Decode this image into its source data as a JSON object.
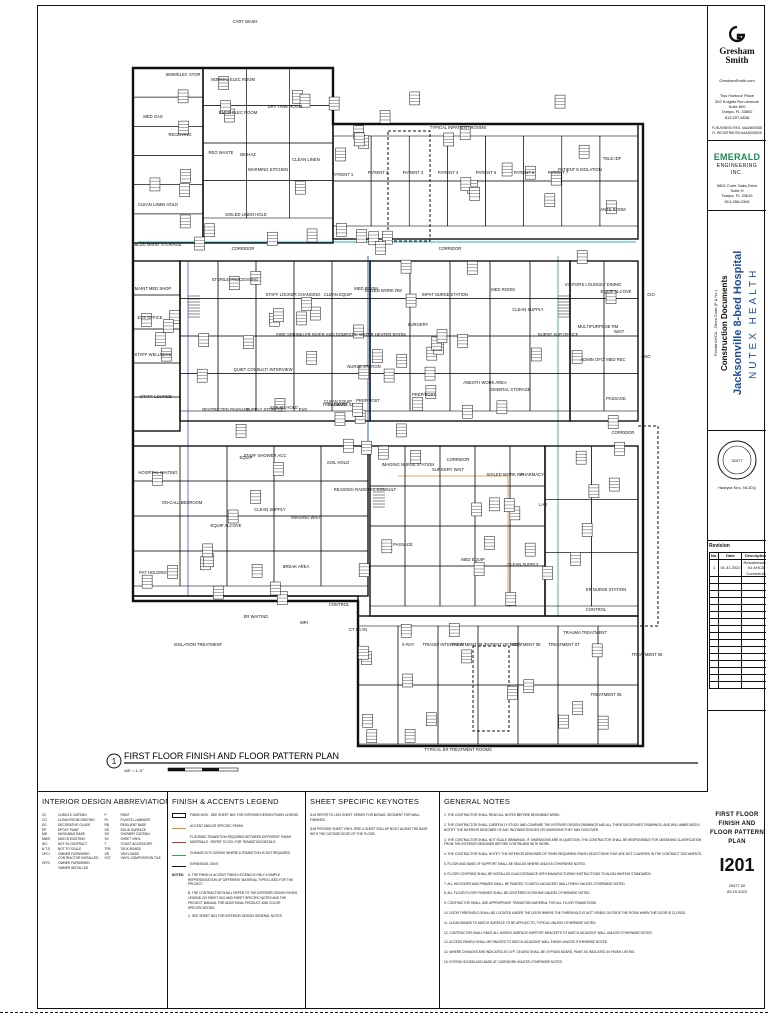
{
  "plan": {
    "title": "FIRST FLOOR FINISH AND FLOOR PATTERN PLAN",
    "number": "1",
    "scale": "1/8\" = 1'-0\"",
    "callout_top": "TYPICAL INPATIENT ROOMS",
    "callout_bottom": "TYPICAL ER TREATMENT ROOMS",
    "rooms": [
      {
        "name": "CART WASH"
      },
      {
        "name": "SMW/ELEC STOR"
      },
      {
        "name": "NORMAL ELEC ROOM"
      },
      {
        "name": "EMER ELEC ROOM"
      },
      {
        "name": "DRY TANK ROOM"
      },
      {
        "name": "MED GAS"
      },
      {
        "name": "RECEIVING"
      },
      {
        "name": "REG WASTE"
      },
      {
        "name": "BIOHAZ"
      },
      {
        "name": "WARMING KITCHEN"
      },
      {
        "name": "CLEAN LINEN"
      },
      {
        "name": "SOILED LINEN HOLD"
      },
      {
        "name": "CLEAN LINEN HOLD"
      },
      {
        "name": "BLDG MAINT STORAGE"
      },
      {
        "name": "PATIENT 1"
      },
      {
        "name": "PATIENT 2"
      },
      {
        "name": "PATIENT 3"
      },
      {
        "name": "PATIENT 4"
      },
      {
        "name": "PATIENT 5"
      },
      {
        "name": "PATIENT 6"
      },
      {
        "name": "PATIENT 7"
      },
      {
        "name": "PATIENT 8 ISOLATION"
      },
      {
        "name": "TELE IDF"
      },
      {
        "name": "ANTE ROOM"
      },
      {
        "name": "CORRIDOR"
      },
      {
        "name": "CORRIDOR"
      },
      {
        "name": "MAINT MED SHOP"
      },
      {
        "name": "EVS OFFICE"
      },
      {
        "name": "STAFF WELLNESS"
      },
      {
        "name": "STAFF LOUNGE"
      },
      {
        "name": "STERILE PROCESSING"
      },
      {
        "name": "STAFF LOCKER CHANGING"
      },
      {
        "name": "CLEAN EQUIP"
      },
      {
        "name": "MED ROOM"
      },
      {
        "name": "SOILED WORK RM"
      },
      {
        "name": "INPAT NURSE STATION"
      },
      {
        "name": "MED ROOM"
      },
      {
        "name": "CLEAN SUPPLY"
      },
      {
        "name": "NURSE SUP OFFICE"
      },
      {
        "name": "VISITORS LOUNGE / DINING"
      },
      {
        "name": "EQUIP ALCOVE"
      },
      {
        "name": "CIO"
      },
      {
        "name": "FIRE SPRINKLER RISER AND DOMESTIC WATER HEATER ROOM"
      },
      {
        "name": "NURSE STATION"
      },
      {
        "name": "SURGERY"
      },
      {
        "name": "ANESTH WORK AREA"
      },
      {
        "name": "GENERAL STORAGE"
      },
      {
        "name": "MULTIPURPOSE RM"
      },
      {
        "name": "WAIT"
      },
      {
        "name": "CNO"
      },
      {
        "name": "ADMIN OFC/ MED REC"
      },
      {
        "name": "PASSAGE"
      },
      {
        "name": "QUIET CONSULT/ INTERVIEW"
      },
      {
        "name": "RESTRICTED PASSAGE"
      },
      {
        "name": "SUPPLY STORAGE"
      },
      {
        "name": "SOILED HOLD"
      },
      {
        "name": "EVS"
      },
      {
        "name": "CLEAN EQUIP"
      },
      {
        "name": "PREP/POST"
      },
      {
        "name": "PREP/POST"
      },
      {
        "name": "EQUIP"
      },
      {
        "name": "CORRIDOR"
      },
      {
        "name": "CORRIDOR"
      },
      {
        "name": "HOSPITAL WAITING"
      },
      {
        "name": "ON-CALL BEDROOM"
      },
      {
        "name": "STAFF SHOWER ACC"
      },
      {
        "name": "CLEAN SUPPLY"
      },
      {
        "name": "SOIL HOLD"
      },
      {
        "name": "IMAGING WAIT"
      },
      {
        "name": "READING/ RADIOPIC CONSULT"
      },
      {
        "name": "IMAGING NURSE STATION"
      },
      {
        "name": "SURGERY WAIT"
      },
      {
        "name": "SOILED WORK RM"
      },
      {
        "name": "PHARMACY"
      },
      {
        "name": "LAB"
      },
      {
        "name": "EQUIP ALCOVE"
      },
      {
        "name": "BREAK AREA"
      },
      {
        "name": "PAT HOLDING"
      },
      {
        "name": "PASSAGE"
      },
      {
        "name": "MED EQUIP"
      },
      {
        "name": "CLEAN SUPPLY"
      },
      {
        "name": "ER NURSE STATION"
      },
      {
        "name": "ISOLATION TREATMENT"
      },
      {
        "name": "ER WAITING"
      },
      {
        "name": "MRI"
      },
      {
        "name": "CONTROL"
      },
      {
        "name": "CT SCAN"
      },
      {
        "name": "CONTROL"
      },
      {
        "name": "X-RAY"
      },
      {
        "name": "TRIAGE/ INTERVIEW"
      },
      {
        "name": "TREATMENT 09 (PATIENT OF SIZE)"
      },
      {
        "name": "TREATMENT 08"
      },
      {
        "name": "TREATMENT 07"
      },
      {
        "name": "TREATMENT 06"
      },
      {
        "name": "TREATMENT 05"
      },
      {
        "name": "TRAUMA TREATMENT"
      },
      {
        "name": "TREATMENT 02"
      },
      {
        "name": "PASSAGE"
      }
    ]
  },
  "legend": {
    "abbreviations_title": "INTERIOR DESIGN ABBREVIATIONS",
    "abbreviations": [
      [
        "CC",
        "CUBICLE CURTAIN"
      ],
      [
        "CG",
        "CLEAN ROOM GRATING"
      ],
      [
        "DG",
        "DECORATIVE GLASS"
      ],
      [
        "EP",
        "EPOXY PAINT"
      ],
      [
        "MB",
        "MOVEABLE BASE"
      ],
      [
        "MWS",
        "MATCH EXISTING"
      ],
      [
        "NIC",
        "NOT IN CONTRACT"
      ],
      [
        "N.T.S.",
        "NOT TO SCALE"
      ],
      [
        "OFCI",
        "OWNER FURNISHED CONTRACTOR INSTALLED"
      ],
      [
        "OFOI",
        "OWNER FURNISHED OWNER INSTALLED"
      ],
      [
        "P",
        "PAINT"
      ],
      [
        "PL",
        "PLASTIC LAMINATE"
      ],
      [
        "RB",
        "RESILIENT BASE"
      ],
      [
        "SS",
        "SOLID SURFACE"
      ],
      [
        "SG",
        "SHOWER CURTAIN"
      ],
      [
        "SV",
        "SHEET VINYL"
      ],
      [
        "T",
        "TOILET ACCESSORY"
      ],
      [
        "TFB",
        "TACK BOARD"
      ],
      [
        "VB",
        "VINYL BASE"
      ],
      [
        "VCT",
        "VINYL COMPOSITION TILE"
      ]
    ],
    "finish_title": "FINISH & ACCENTS LEGEND",
    "finish_items": [
      "FINISH BOX - SEE SHEET I601 FOR INTERIOR DESIGN FINISH LEGEND",
      "ACCENT AND/OR SPECIFIC FINISH",
      "FLOORING TRANSITION REQUIRED BETWEEN DIFFERENT FINISH MATERIALS - REFER TO I201 FOR TRANSITION DETAILS",
      "CHANGE IN FLOORING WHERE A TRANSITION IS NOT REQUIRED",
      "EXPANSION JOINT"
    ],
    "notes_label": "NOTES:",
    "finish_notes": [
      "A. THE FINISH & ACCENT FINISH LEGEND IS ONLY A SIMPLE REPRESENTATION OF DIFFERENT MATERIAL TYPES USED FOR THE PROJECT.",
      "B. THE CONTRACTOR SHALL REFER TO THE INTERIOR DESIGN FINISH LEGEND ON SHEET I601 AND SHEET SPECIFIC NOTES AND THE PROJECT MANUAL FOR ADDITIONAL PRODUCT AND COLOR SPECIFICATIONS.",
      "C. SEE SHEET I601 FOR INTERIOR DESIGN GENERAL NOTES."
    ],
    "keynotes_title": "SHEET SPECIFIC KEYNOTES",
    "keynotes": [
      "I104  REFER TO I-501 SHEET SERIES FOR MOSAIC SEGMENT FOR WALL FINISHES.",
      "I105  PROVIDE SHEET VINYL RISE & SHEET ROLLUP BOOT ALONG THE BASE WITH THE OUTSIDE EDGE OF THE FLOOR."
    ],
    "general_title": "GENERAL NOTES",
    "general_notes": [
      "1. THE CONTRACTOR SHALL READ ALL NOTES BEFORE BEGINNING WORK.",
      "2. THE CONTRACTOR SHALL CAREFULLY STUDY AND COMPARE THE INTERIOR DESIGN DRAWINGS AND ALL THEIR DISCIPLINES' DRAWINGS, AND WILL IMMEDIATELY NOTIFY THE INTERIOR DESIGNER OF ANY INCONSISTENCIES OR OMISSIONS THEY MAY DISCOVER.",
      "3. THE CONTRACTOR SHALL NOT SCALE DRAWINGS. IF DIMENSIONS ARE IN QUESTION, THE CONTRACTOR SHALL BE RESPONSIBLE FOR OBTAINING CLARIFICATION FROM THE INTERIOR DESIGNER BEFORE CONTINUING WITH WORK.",
      "4. THE CONTRACTOR SHALL NOTIFY THE INTERIOR DESIGNER OF ITEMS REQUIRING FINISH SELECTIONS THAT ARE NOT CLARIFIED IN THE CONTRACT DOCUMENTS.",
      "5. FLOOR AND BASE OF SUPPORT SHALL BE SEALED WHERE UNLESS OTHERWISE NOTED.",
      "6. FLOOR COVERING SHALL BE INSTALLED IN ACCORDANCE WITH MANUFACTURING INSTRUCTIONS TO ALIGN WAITING STANDARDS.",
      "7. ALL HM DOORS AND FRAMES SHALL BE PAINTED TO MATCH ADJACENT WALL FINISH UNLESS OTHERWISE NOTED.",
      "8. ALL FLOOR FLOOR FINISHES SHALL BE CENTERED IN ROOMS UNLESS OTHERWISE NOTED.",
      "9. CONTRACTOR SHALL USE APPROPRIATE TRANSITION MATERIAL FOR ALL FLOOR TRANSITIONS.",
      "10. DOOR THRESHOLD SHALL BE LOCATED UNDER THE DOOR WHERE THE THRESHOLD IS NOT VISIBLE OUTSIDE THE ROOM WHEN THE DOOR IS CLOSED.",
      "11. CLEAN BOARD TO MATCH SURFACE TO BE APPLIED TO, TYPICAL UNLESS OTHERWISE NOTED.",
      "12. CONTRACTOR SHALL PAINT ALL WORKS SURFACE SUPPORT BRACKETS TO MATCH ADJACENT WALL UNLESS OTHERWISE NOTED.",
      "13. ACCESS PANELS SHALL BE PAINTED TO MATCH ADJACENT WALL FINISH UNLESS OTHERWISE NOTED.",
      "14. WHERE CHANGES ARE INDICATED AT GYP. CEILING SHALL BE GYPSUM BOARD, PAINT AS INDICATED IN FINISH LISTING.",
      "15. EXTEND SCHEDULED BASE AT CASEWORK UNLESS OTHERWISE NOTED."
    ]
  },
  "title_block": {
    "architect_name": "Gresham Smith",
    "architect_web": "GreshamSmith.com",
    "architect_address": [
      "Two Harbour Place",
      "302 Knights Run Avenue",
      "Suite 800",
      "Tampa, FL 33602",
      "813.207.6838"
    ],
    "architect_license": [
      "FL BUSINESS REG. #AA26000828",
      "FL REGISTRATION #AA26000828"
    ],
    "engineer_name": "EMERALD",
    "engineer_sub": "ENGINEERING INC.",
    "engineer_address": [
      "9802 Curie Oaks Drive",
      "Suite H",
      "Tampa, FL 33619",
      "813-956-0308"
    ],
    "client": "NUTEX HEALTH",
    "project_name": "Jacksonville 8-bed Hospital",
    "phase": "Construction Documents",
    "project_info": "Florida AHCA - Client Code (P & No.)",
    "seal_name": "Hastyse Kiro, NCIDQ",
    "seal_number": "32477",
    "revision_label": "Revision",
    "revision_headers": [
      "No.",
      "Date",
      "Description"
    ],
    "revision_rows": [
      [
        "1",
        "01.31.2022",
        "Resubmission #1 AHCA Comments"
      ]
    ],
    "sheet_title": "FIRST FLOOR FINISH AND FLOOR PATTERN PLAN",
    "sheet_number": "I201",
    "job_number": "29477.00",
    "date": "09.15.2022"
  },
  "colors": {
    "ink": "#111111",
    "emerald": "#1d8a4e",
    "red": "#d0312d",
    "blue": "#2a6bd1",
    "cyan": "#2ab0c7",
    "orange": "#e38b2c",
    "green": "#3aa34a",
    "purple": "#7a3fb0"
  }
}
